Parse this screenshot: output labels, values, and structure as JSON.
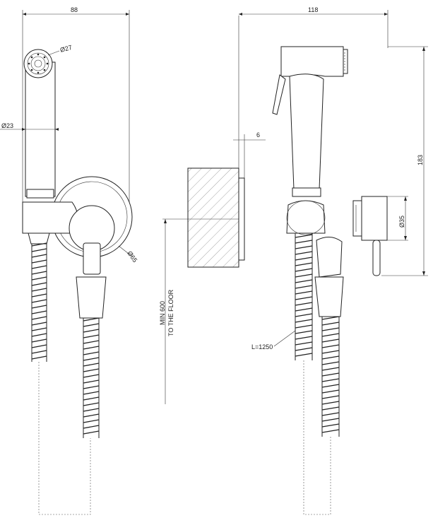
{
  "dimensions": {
    "front_width": "88",
    "head_diameter": "Ø27",
    "handle_diameter": "Ø23",
    "holder_diameter": "Ø65",
    "min_height_line1": "MIN 600",
    "min_height_line2": "TO THE FLOOR",
    "side_width": "118",
    "wall_offset": "6",
    "side_height": "183",
    "valve_diameter": "Ø35",
    "hose_length": "L=1250"
  },
  "colors": {
    "line": "#222222",
    "background": "#ffffff"
  }
}
